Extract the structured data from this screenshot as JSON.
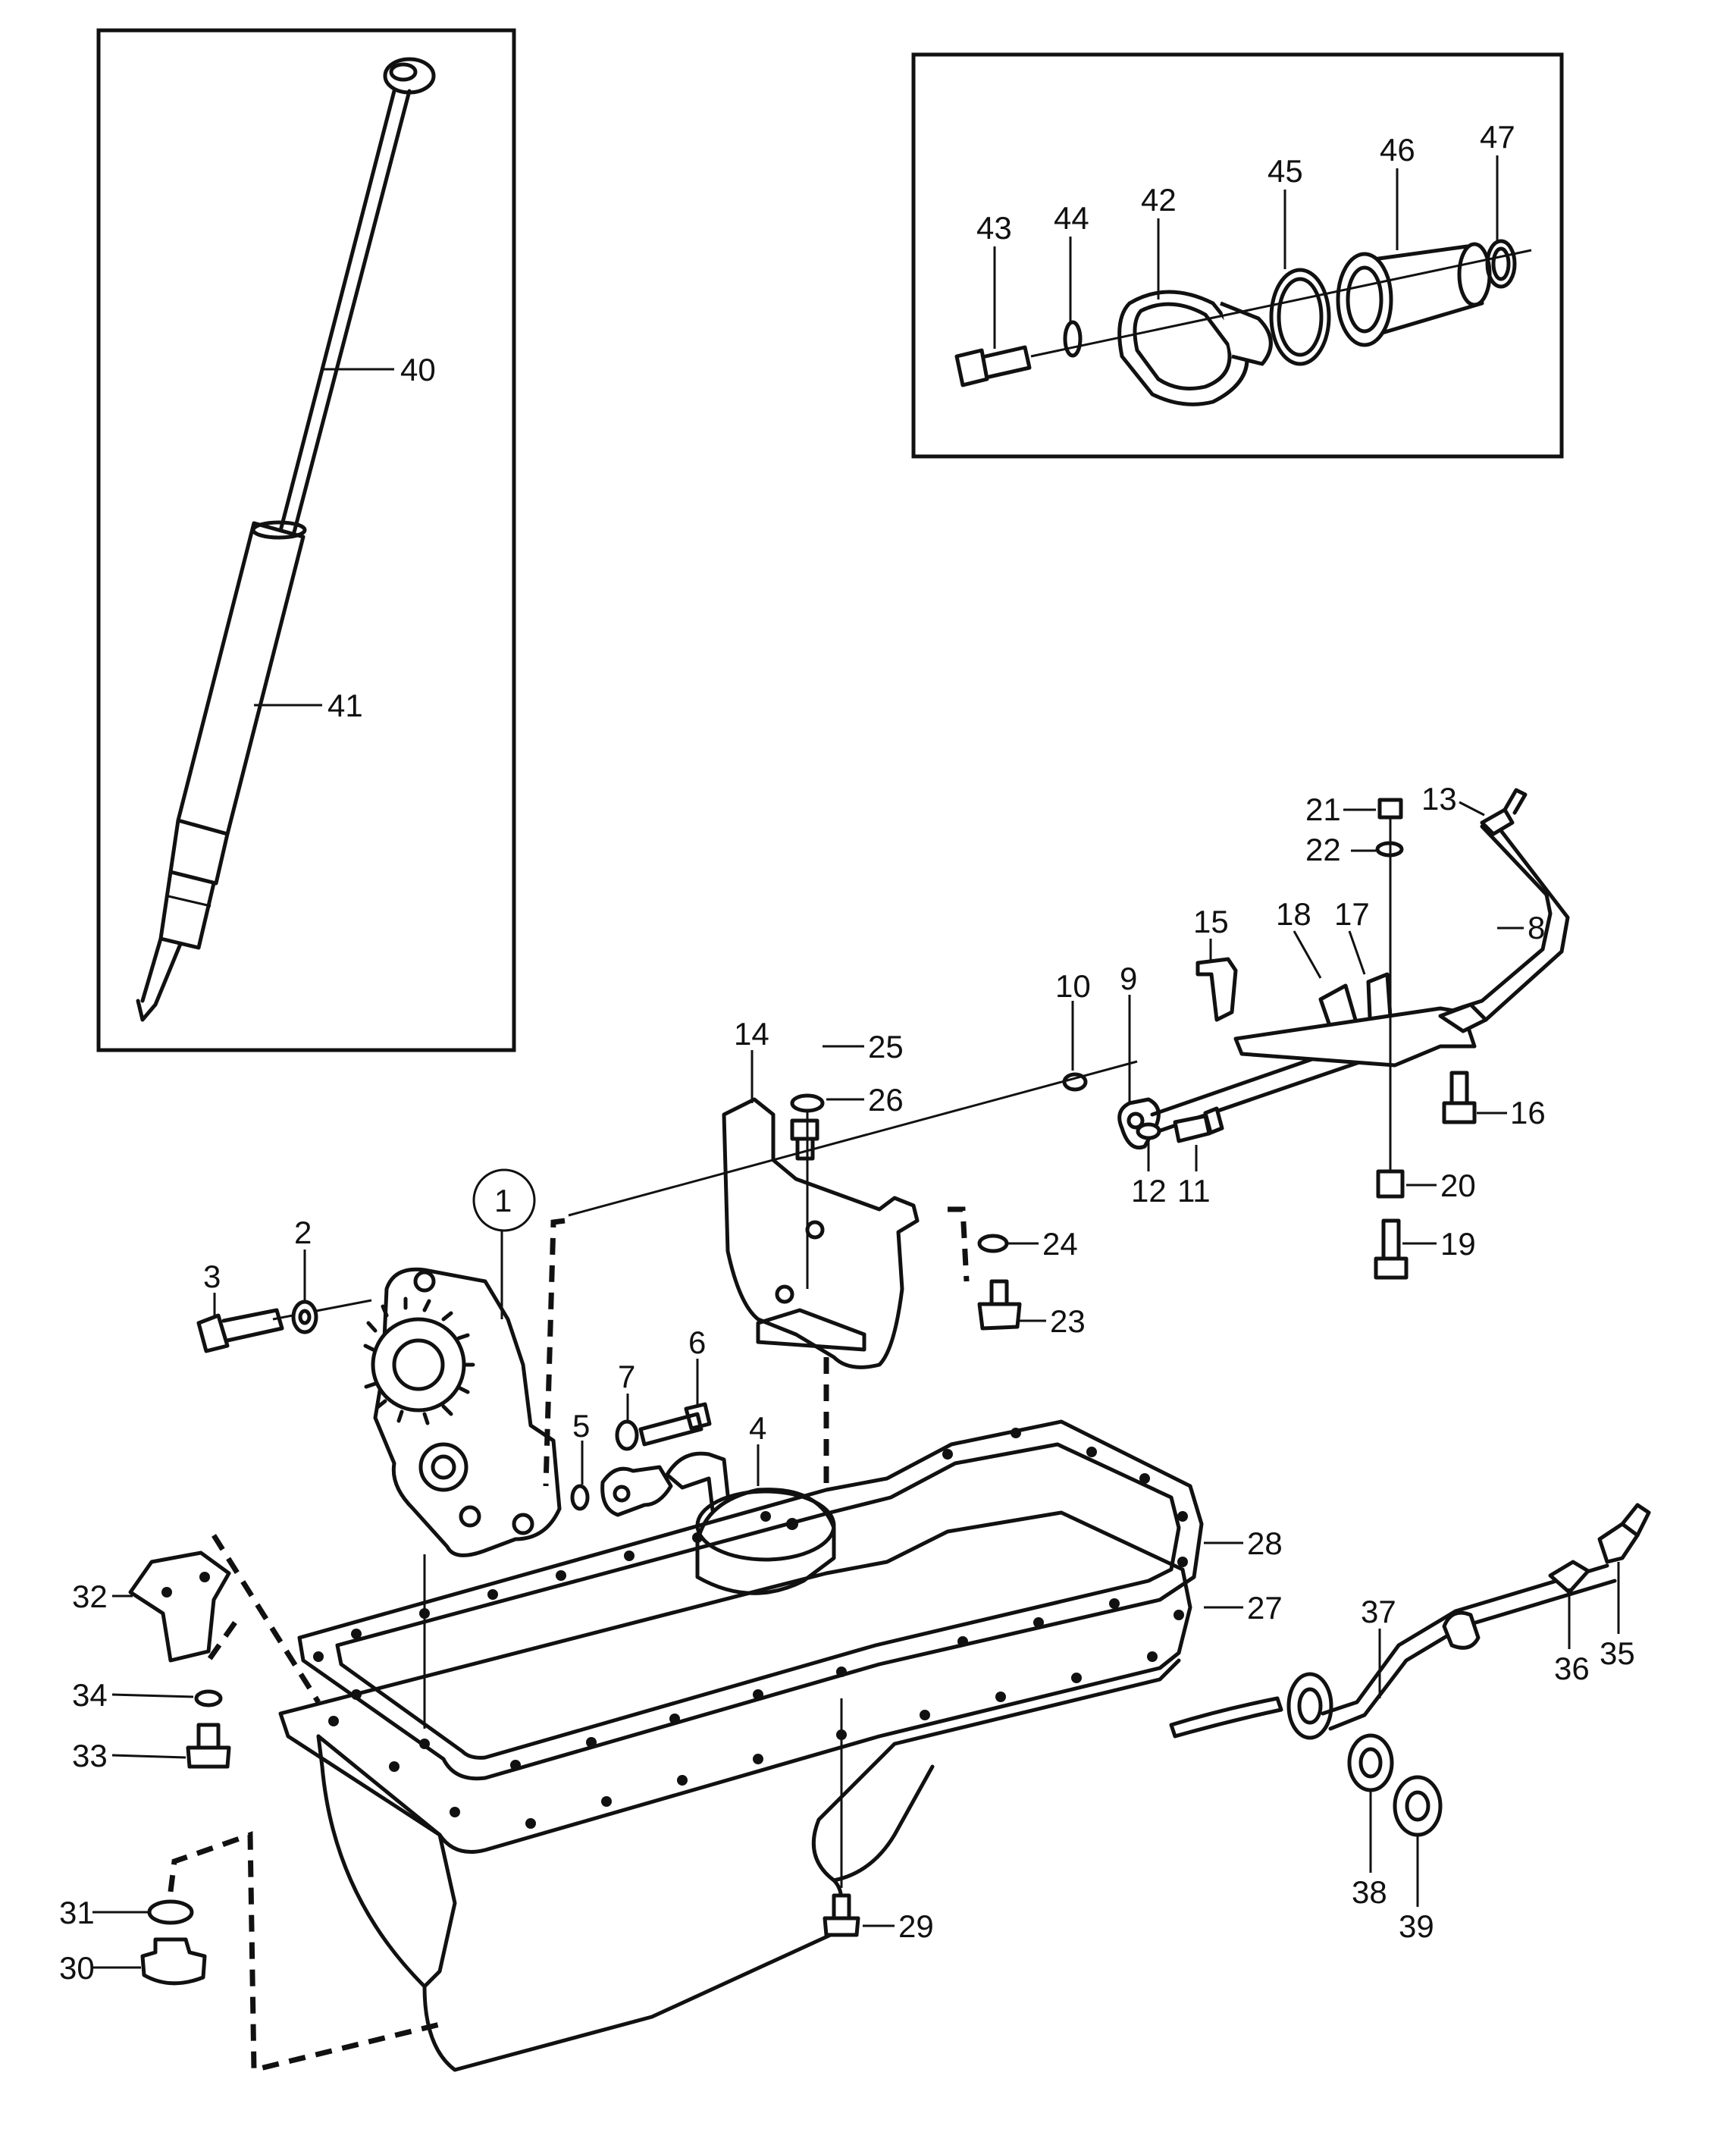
{
  "callouts": {
    "c1": "1",
    "c2": "2",
    "c3": "3",
    "c4": "4",
    "c5": "5",
    "c6": "6",
    "c7": "7",
    "c8": "8",
    "c9": "9",
    "c10": "10",
    "c11": "11",
    "c12": "12",
    "c13": "13",
    "c14": "14",
    "c15": "15",
    "c16": "16",
    "c17": "17",
    "c18": "18",
    "c19": "19",
    "c20": "20",
    "c21": "21",
    "c22": "22",
    "c23": "23",
    "c24": "24",
    "c25": "25",
    "c26": "26",
    "c27": "27",
    "c28": "28",
    "c29": "29",
    "c30": "30",
    "c31": "31",
    "c32": "32",
    "c33": "33",
    "c34": "34",
    "c35": "35",
    "c36": "36",
    "c37": "37",
    "c38": "38",
    "c39": "39",
    "c40": "40",
    "c41": "41",
    "c42": "42",
    "c43": "43",
    "c44": "44",
    "c45": "45",
    "c46": "46",
    "c47": "47"
  }
}
